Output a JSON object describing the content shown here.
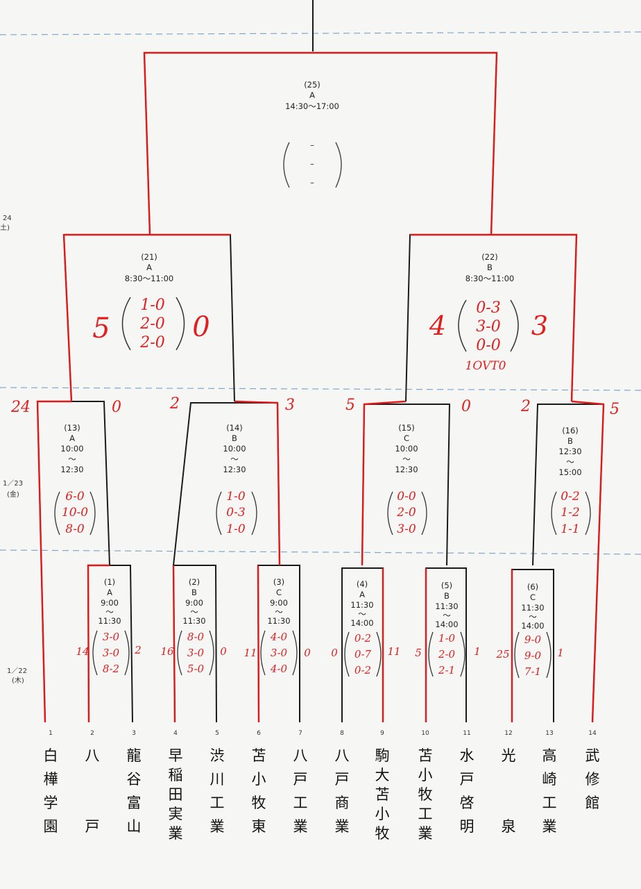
{
  "bracket": {
    "dates": [
      {
        "id": "d24",
        "text": "24",
        "sub": "土)"
      },
      {
        "id": "d23",
        "text": "1／23",
        "sub": "(金)"
      },
      {
        "id": "d22",
        "text": "1／22",
        "sub": "(木)"
      }
    ],
    "final": {
      "no": "(25)",
      "court": "A",
      "time": "14:30～17:00",
      "blanks": [
        "–",
        "–",
        "–"
      ]
    },
    "semis": [
      {
        "no": "(21)",
        "court": "A",
        "time": "8:30～11:00",
        "left_total": "5",
        "sets": [
          "1-0",
          "2-0",
          "2-0"
        ],
        "right_total": "0",
        "extra": ""
      },
      {
        "no": "(22)",
        "court": "B",
        "time": "8:30～11:00",
        "left_total": "4",
        "sets": [
          "0-3",
          "3-0",
          "0-0"
        ],
        "right_total": "3",
        "extra": "1OVT0"
      }
    ],
    "quarters": [
      {
        "no": "(13)",
        "court": "A",
        "time1": "10:00",
        "tilde": "～",
        "time2": "12:30",
        "sets": [
          "6-0",
          "10-0",
          "8-0"
        ],
        "left_score": "24",
        "right_score": "0"
      },
      {
        "no": "(14)",
        "court": "B",
        "time1": "10:00",
        "tilde": "～",
        "time2": "12:30",
        "sets": [
          "1-0",
          "0-3",
          "1-0"
        ],
        "left_score": "2",
        "right_score": "3"
      },
      {
        "no": "(15)",
        "court": "C",
        "time1": "10:00",
        "tilde": "～",
        "time2": "12:30",
        "sets": [
          "0-0",
          "2-0",
          "3-0"
        ],
        "left_score": "5",
        "right_score": "0"
      },
      {
        "no": "(16)",
        "court": "B",
        "time1": "12:30",
        "tilde": "～",
        "time2": "15:00",
        "sets": [
          "0-2",
          "1-2",
          "1-1"
        ],
        "left_score": "2",
        "right_score": "5"
      }
    ],
    "first_round": [
      {
        "no": "(1)",
        "court": "A",
        "time1": "9:00",
        "tilde": "～",
        "time2": "11:30",
        "sets": [
          "3-0",
          "3-0",
          "8-2"
        ],
        "left_score": "14",
        "right_score": "2"
      },
      {
        "no": "(2)",
        "court": "B",
        "time1": "9:00",
        "tilde": "～",
        "time2": "11:30",
        "sets": [
          "8-0",
          "3-0",
          "5-0"
        ],
        "left_score": "16",
        "right_score": "0"
      },
      {
        "no": "(3)",
        "court": "C",
        "time1": "9:00",
        "tilde": "～",
        "time2": "11:30",
        "sets": [
          "4-0",
          "3-0",
          "4-0"
        ],
        "left_score": "11",
        "right_score": "0"
      },
      {
        "no": "(4)",
        "court": "A",
        "time1": "11:30",
        "tilde": "～",
        "time2": "14:00",
        "sets": [
          "0-2",
          "0-7",
          "0-2"
        ],
        "left_score": "0",
        "right_score": "11"
      },
      {
        "no": "(5)",
        "court": "B",
        "time1": "11:30",
        "tilde": "～",
        "time2": "14:00",
        "sets": [
          "1-0",
          "2-0",
          "2-1"
        ],
        "left_score": "5",
        "right_score": "1"
      },
      {
        "no": "(6)",
        "court": "C",
        "time1": "11:30",
        "tilde": "～",
        "time2": "14:00",
        "sets": [
          "9-0",
          "9-0",
          "7-1"
        ],
        "left_score": "25",
        "right_score": "1"
      }
    ],
    "teams": [
      {
        "no": "1",
        "name": [
          "白",
          "樺",
          "学",
          "園"
        ]
      },
      {
        "no": "2",
        "name": [
          "八",
          "",
          "",
          "戸"
        ]
      },
      {
        "no": "3",
        "name": [
          "龍",
          "谷",
          "富",
          "山"
        ]
      },
      {
        "no": "4",
        "name": [
          "早",
          "稲",
          "田",
          "実",
          "業"
        ]
      },
      {
        "no": "5",
        "name": [
          "渋",
          "川",
          "工",
          "業"
        ]
      },
      {
        "no": "6",
        "name": [
          "苫",
          "小",
          "牧",
          "東"
        ]
      },
      {
        "no": "7",
        "name": [
          "八",
          "戸",
          "工",
          "業"
        ]
      },
      {
        "no": "8",
        "name": [
          "八",
          "戸",
          "商",
          "業"
        ]
      },
      {
        "no": "9",
        "name": [
          "駒",
          "大",
          "苫",
          "小",
          "牧"
        ]
      },
      {
        "no": "10",
        "name": [
          "苫",
          "小",
          "牧",
          "工",
          "業"
        ]
      },
      {
        "no": "11",
        "name": [
          "水",
          "戸",
          "啓",
          "明"
        ]
      },
      {
        "no": "12",
        "name": [
          "光",
          "",
          "",
          "泉"
        ]
      },
      {
        "no": "13",
        "name": [
          "高",
          "崎",
          "工",
          "業"
        ]
      },
      {
        "no": "14",
        "name": [
          "武",
          "修",
          "館"
        ]
      }
    ]
  },
  "colors": {
    "line": "#1a1a1a",
    "winner": "#e01818",
    "dash": "#7fa6cc",
    "ink": "#e02020"
  }
}
